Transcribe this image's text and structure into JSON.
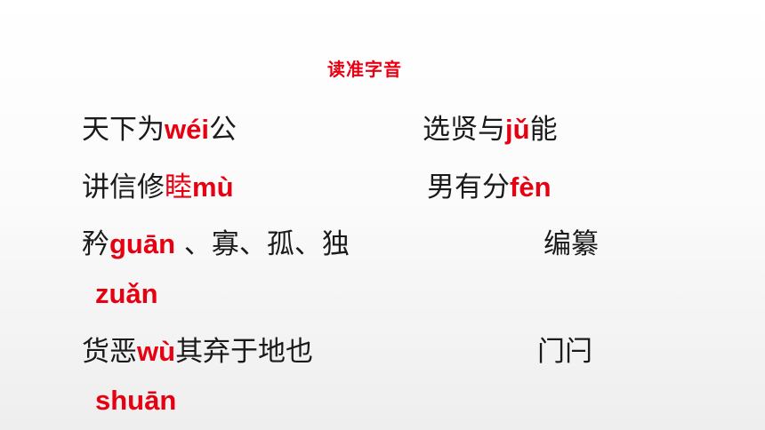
{
  "title": "读准字音",
  "items": [
    {
      "pre": "天下为",
      "pinyin": "wéi",
      "post": "公"
    },
    {
      "pre": "选贤与",
      "pinyin": "jǔ",
      "post": "能"
    },
    {
      "pre": "讲信修",
      "hl": "睦",
      "pinyin": "mù",
      "post": ""
    },
    {
      "pre": "男有分",
      "pinyin": "fèn",
      "post": ""
    },
    {
      "pre": "矜",
      "pinyin": "guān",
      "post": " 、寡、孤、独"
    },
    {
      "pre": "编纂",
      "pinyin": "",
      "post": ""
    },
    {
      "pre": "",
      "pinyin": "zuǎn",
      "post": ""
    },
    {
      "pre": "货恶",
      "pinyin": "wù",
      "post": "其弃于地也"
    },
    {
      "pre": "门闩",
      "pinyin": "",
      "post": ""
    },
    {
      "pre": "",
      "pinyin": "shuān",
      "post": ""
    }
  ]
}
